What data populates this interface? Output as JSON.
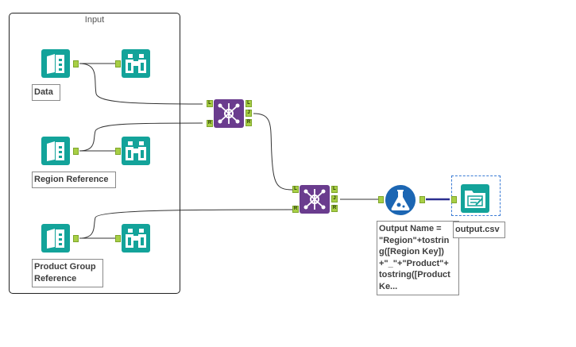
{
  "container": {
    "title": "Input"
  },
  "labels": {
    "data": "Data",
    "region_reference": "Region Reference",
    "product_group_reference_line1": "Product Group",
    "product_group_reference_line2": "Reference",
    "formula_line1": "Output Name =",
    "formula_line2": "\"Region\"+tostrin",
    "formula_line3": "g([Region Key])",
    "formula_line4": "+\"_\"+\"Product\"+",
    "formula_line5": "tostring([Product",
    "formula_line6": "Ke...",
    "output_file": "output.csv"
  },
  "join_anchors": {
    "left": "L",
    "right": "R",
    "join": "J"
  },
  "icons": {
    "input": "input-data-icon",
    "browse": "browse-binoculars-icon",
    "join": "join-icon",
    "formula": "formula-flask-icon",
    "output": "output-data-icon"
  },
  "colors": {
    "input_tool": "#13a39a",
    "browse_tool": "#13a39a",
    "join_tool": "#6a3c8e",
    "formula_tool": "#1c66b3",
    "output_tool": "#13a39a",
    "anchor": "#a8cf45",
    "selected_connection": "#2b2f8f"
  }
}
